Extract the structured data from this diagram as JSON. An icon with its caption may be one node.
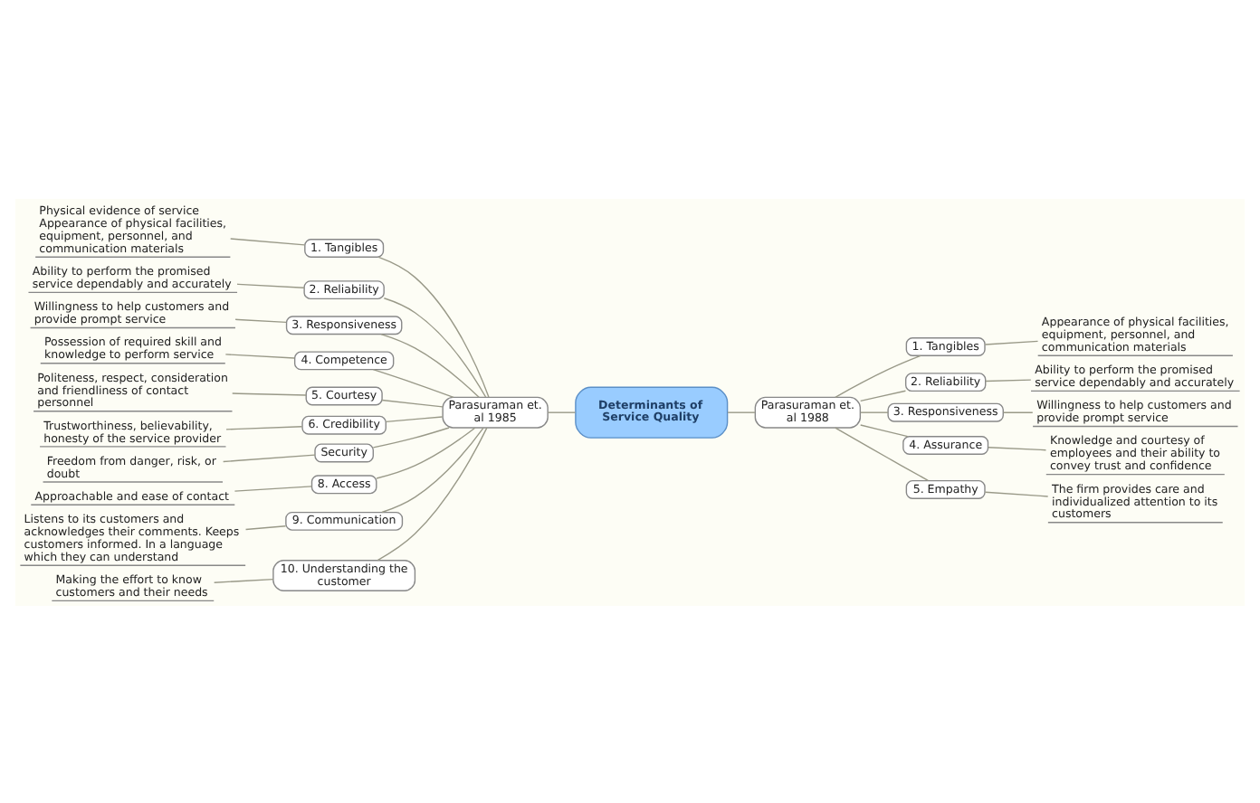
{
  "diagram": {
    "nodes": [
      {
        "text": [
          "Determinants of Service Quality"
        ]
      },
      {
        "text": [
          "Parasuraman et. al 1985"
        ]
      },
      {
        "text": [
          "1. Tangibles"
        ]
      },
      {
        "text": [
          "Physical evidence of service Appearance of physical facilities, equipment, personnel, and communication materials"
        ]
      },
      {
        "text": [
          "2. Reliability"
        ]
      },
      {
        "text": [
          "Ability to perform the promised service dependably and accurately"
        ]
      },
      {
        "text": [
          "3. Responsiveness"
        ]
      },
      {
        "text": [
          "Willingness to help customers and provide prompt service"
        ]
      },
      {
        "text": [
          "4. Competence"
        ]
      },
      {
        "text": [
          "Possession of required skill and knowledge to perform service"
        ]
      },
      {
        "text": [
          "5. Courtesy"
        ]
      },
      {
        "text": [
          "Politeness, respect, consideration and friendliness of contact personnel"
        ]
      },
      {
        "text": [
          "6. Credibility"
        ]
      },
      {
        "text": [
          "Trustworthiness, believability, honesty of the service provider"
        ]
      },
      {
        "text": [
          "Security"
        ]
      },
      {
        "text": [
          "Freedom from danger, risk, or doubt"
        ]
      },
      {
        "text": [
          "8. Access"
        ]
      },
      {
        "text": [
          "Approachable and ease of contact"
        ]
      },
      {
        "text": [
          "9. Communication"
        ]
      },
      {
        "text": [
          "Listens to its customers and acknowledges their comments. Keeps customers informed. In a language which they can understand"
        ]
      },
      {
        "text": [
          "10. Understanding the customer"
        ]
      },
      {
        "text": [
          "Making the effort to know customers and their needs"
        ]
      },
      {
        "text": [
          "Parasuraman et. al 1988"
        ]
      },
      {
        "text": [
          "1. Tangibles"
        ]
      },
      {
        "text": [
          "Appearance of physical facilities, equipment, personnel, and communication materials"
        ]
      },
      {
        "text": [
          "2. Reliability"
        ]
      },
      {
        "text": [
          "Ability to perform the promised service dependably and accurately"
        ]
      },
      {
        "text": [
          "3. Responsiveness"
        ]
      },
      {
        "text": [
          "Willingness to help customers and provide prompt service"
        ]
      },
      {
        "text": [
          "4. Assurance"
        ]
      },
      {
        "text": [
          "Knowledge and courtesy of employees and their ability to convey trust and confidence"
        ]
      },
      {
        "text": [
          "5. Empathy"
        ]
      },
      {
        "text": [
          "The firm provides care and individualized attention to its customers"
        ]
      }
    ],
    "edges": [
      {
        "from": 1,
        "to": 0,
        "arrow": "none"
      },
      {
        "from": 3,
        "to": 2,
        "arrow": "none"
      },
      {
        "from": 2,
        "to": 1,
        "arrow": "none"
      },
      {
        "from": 5,
        "to": 4,
        "arrow": "none"
      },
      {
        "from": 4,
        "to": 1,
        "arrow": "none"
      },
      {
        "from": 7,
        "to": 6,
        "arrow": "none"
      },
      {
        "from": 6,
        "to": 1,
        "arrow": "none"
      },
      {
        "from": 9,
        "to": 8,
        "arrow": "none"
      },
      {
        "from": 8,
        "to": 1,
        "arrow": "none"
      },
      {
        "from": 11,
        "to": 10,
        "arrow": "none"
      },
      {
        "from": 10,
        "to": 1,
        "arrow": "none"
      },
      {
        "from": 13,
        "to": 12,
        "arrow": "none"
      },
      {
        "from": 12,
        "to": 1,
        "arrow": "none"
      },
      {
        "from": 15,
        "to": 14,
        "arrow": "none"
      },
      {
        "from": 14,
        "to": 1,
        "arrow": "none"
      },
      {
        "from": 17,
        "to": 16,
        "arrow": "none"
      },
      {
        "from": 16,
        "to": 1,
        "arrow": "none"
      },
      {
        "from": 19,
        "to": 18,
        "arrow": "none"
      },
      {
        "from": 18,
        "to": 1,
        "arrow": "none"
      },
      {
        "from": 21,
        "to": 20,
        "arrow": "none"
      },
      {
        "from": 20,
        "to": 1,
        "arrow": "none"
      },
      {
        "from": 0,
        "to": 22,
        "arrow": "none"
      },
      {
        "from": 22,
        "to": 23,
        "arrow": "none"
      },
      {
        "from": 23,
        "to": 24,
        "arrow": "none"
      },
      {
        "from": 22,
        "to": 25,
        "arrow": "none"
      },
      {
        "from": 25,
        "to": 26,
        "arrow": "none"
      },
      {
        "from": 22,
        "to": 27,
        "arrow": "none"
      },
      {
        "from": 27,
        "to": 28,
        "arrow": "none"
      },
      {
        "from": 22,
        "to": 29,
        "arrow": "none"
      },
      {
        "from": 29,
        "to": 30,
        "arrow": "none"
      },
      {
        "from": 22,
        "to": 31,
        "arrow": "none"
      },
      {
        "from": 31,
        "to": 32,
        "arrow": "none"
      }
    ]
  }
}
